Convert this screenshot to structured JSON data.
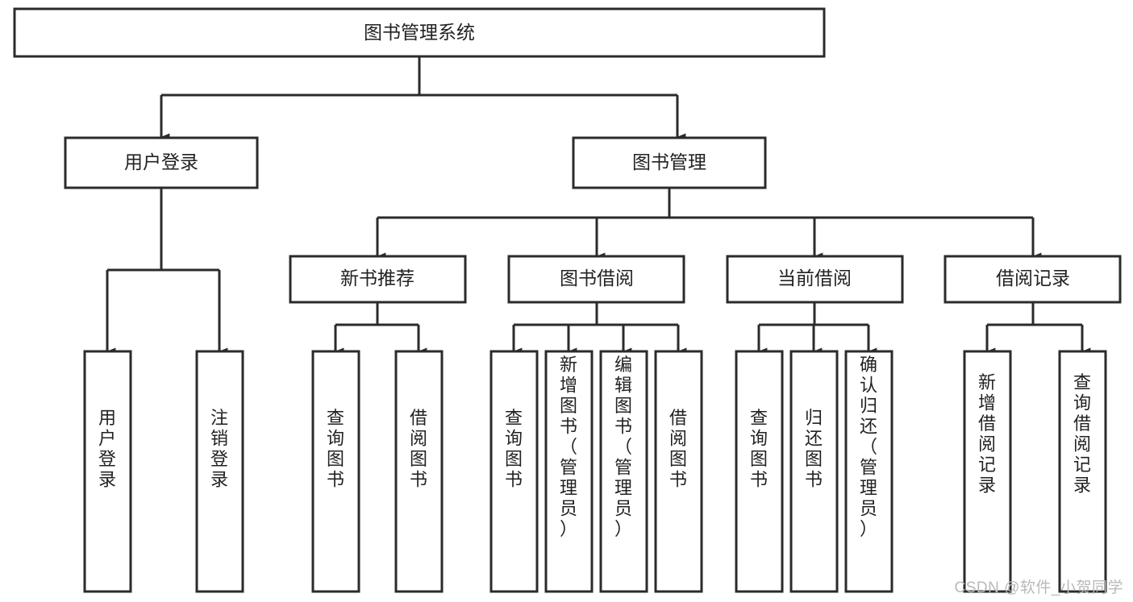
{
  "diagram": {
    "title": "图书管理系统",
    "type": "tree-hierarchy",
    "levels": 4,
    "colors": {
      "stroke": "#2b2b2b",
      "fill": "#ffffff",
      "text": "#222222",
      "watermark": "#b9b9b9",
      "background": "#ffffff"
    },
    "root": {
      "label": "图书管理系统"
    },
    "level2": [
      {
        "label": "用户登录"
      },
      {
        "label": "图书管理"
      }
    ],
    "level3": [
      {
        "label": "新书推荐"
      },
      {
        "label": "图书借阅"
      },
      {
        "label": "当前借阅"
      },
      {
        "label": "借阅记录"
      }
    ],
    "leaves": {
      "user_login": [
        {
          "label": "用户登录"
        },
        {
          "label": "注销登录"
        }
      ],
      "new_book_recommend": [
        {
          "label": "查询图书"
        },
        {
          "label": "借阅图书"
        }
      ],
      "book_borrow": [
        {
          "label": "查询图书"
        },
        {
          "label": "新增图书（管理员）"
        },
        {
          "label": "编辑图书（管理员）"
        },
        {
          "label": "借阅图书"
        }
      ],
      "current_borrow": [
        {
          "label": "查询图书"
        },
        {
          "label": "归还图书"
        },
        {
          "label": "确认归还（管理员）"
        }
      ],
      "borrow_record": [
        {
          "label": "新增借阅记录"
        },
        {
          "label": "查询借阅记录"
        }
      ]
    }
  },
  "watermark": {
    "text": "CSDN @软件_小贺同学"
  }
}
